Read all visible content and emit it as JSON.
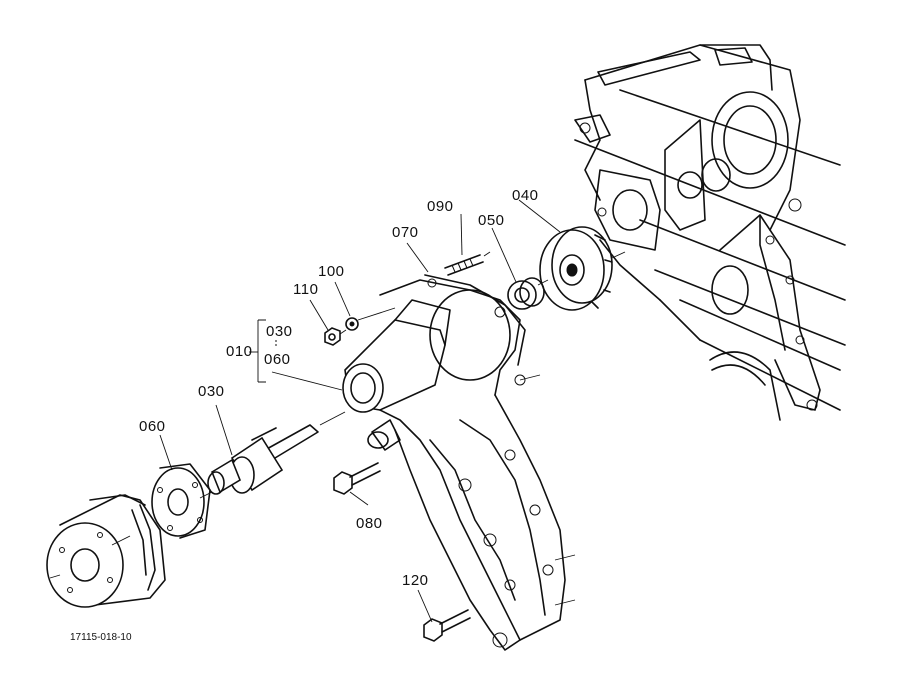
{
  "labels": {
    "p090": "090",
    "p040": "040",
    "p070": "070",
    "p050": "050",
    "p100": "100",
    "p110": "110",
    "p010": "010",
    "p010_sub1": "030",
    "p010_sub2": "060",
    "p030": "030",
    "p060": "060",
    "p080": "080",
    "p120": "120"
  },
  "figure_code": "17115-018-10"
}
